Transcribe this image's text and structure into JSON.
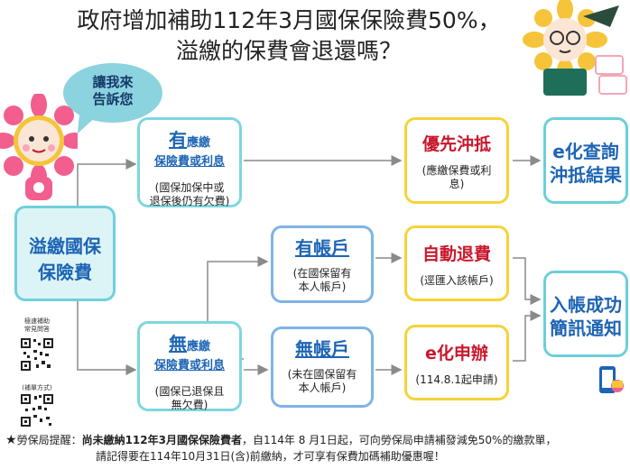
{
  "title": {
    "line1": "政府增加補助112年3月國保保險費50%，",
    "line2": "溢繳的保費會退還嗎？"
  },
  "bubble": {
    "line1": "讓我來",
    "line2": "告訴您"
  },
  "nodes": {
    "start": {
      "line1": "溢繳國保",
      "line2": "保險費"
    },
    "has_due": {
      "mark": "有",
      "rest": "應繳",
      "line2": "保險費或利息",
      "note1": "(國保加保中或",
      "note2": "退保後仍有欠費)"
    },
    "no_due": {
      "mark": "無",
      "rest": "應繳",
      "line2": "保險費或利息",
      "note1": "(國保已退保且",
      "note2": "無欠費)"
    },
    "has_account": {
      "mark": "有",
      "rest": "帳戶",
      "note1": "(在國保留有",
      "note2": "本人帳戶)"
    },
    "no_account": {
      "mark": "無",
      "rest": "帳戶",
      "note1": "(未在國保留有",
      "note2": "本人帳戶)"
    },
    "offset": {
      "label": "優先沖抵",
      "note1": "(應繳保費或利",
      "note2": "息)"
    },
    "refund": {
      "label": "自動退費",
      "note1": "(逕匯入該帳戶)"
    },
    "apply": {
      "label": "e化申辦",
      "note1": "(114.8.1起申請)"
    },
    "query": {
      "line1": "e化查詢",
      "line2": "沖抵結果"
    },
    "notify": {
      "line1": "入帳成功",
      "line2": "簡訊通知"
    }
  },
  "qr": {
    "label1_line1": "極速補助",
    "label1_line2": "常見問答",
    "label2": "(補單方式)"
  },
  "footer": {
    "star": "★",
    "prefix": "勞保局提醒：",
    "bold": "尚未繳納112年3月國保保險費者",
    "rest1": "，自114年 8 月1日起，可向勞保局申請補發減免50%的繳款單，",
    "line2": "請記得要在114年10月31日(含)前繳納，才可享有保費加碼補助優惠喔！"
  },
  "colors": {
    "title": "#222222",
    "blue_text": "#1d64b5",
    "red_text": "#c8172d",
    "cyan_border": "#7fd6e2",
    "yellow_border": "#f5d33a",
    "arrow": "#8a8a8a"
  }
}
